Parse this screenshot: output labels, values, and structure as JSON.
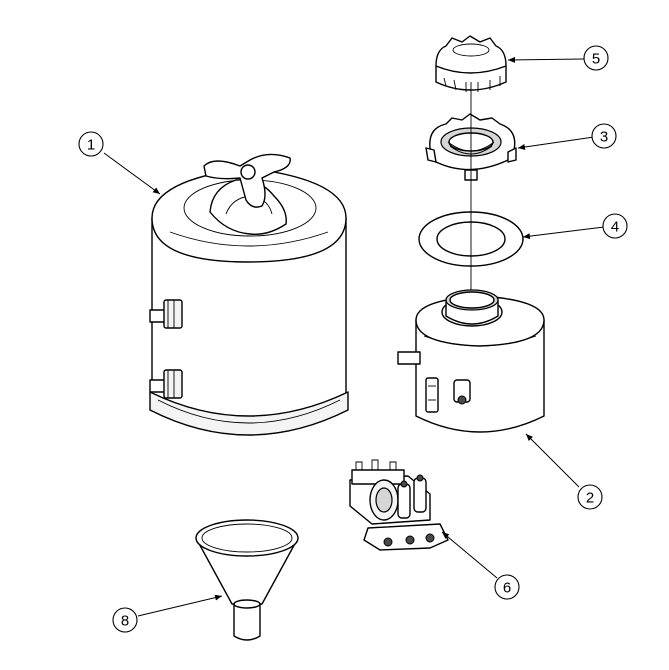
{
  "callouts": [
    {
      "id": "1",
      "label": "1"
    },
    {
      "id": "2",
      "label": "2"
    },
    {
      "id": "3",
      "label": "3"
    },
    {
      "id": "4",
      "label": "4"
    },
    {
      "id": "5",
      "label": "5"
    },
    {
      "id": "6",
      "label": "6"
    },
    {
      "id": "8",
      "label": "8"
    }
  ],
  "colors": {
    "stroke": "#000000",
    "shade": "#d6d6d6",
    "background": "#ffffff"
  }
}
